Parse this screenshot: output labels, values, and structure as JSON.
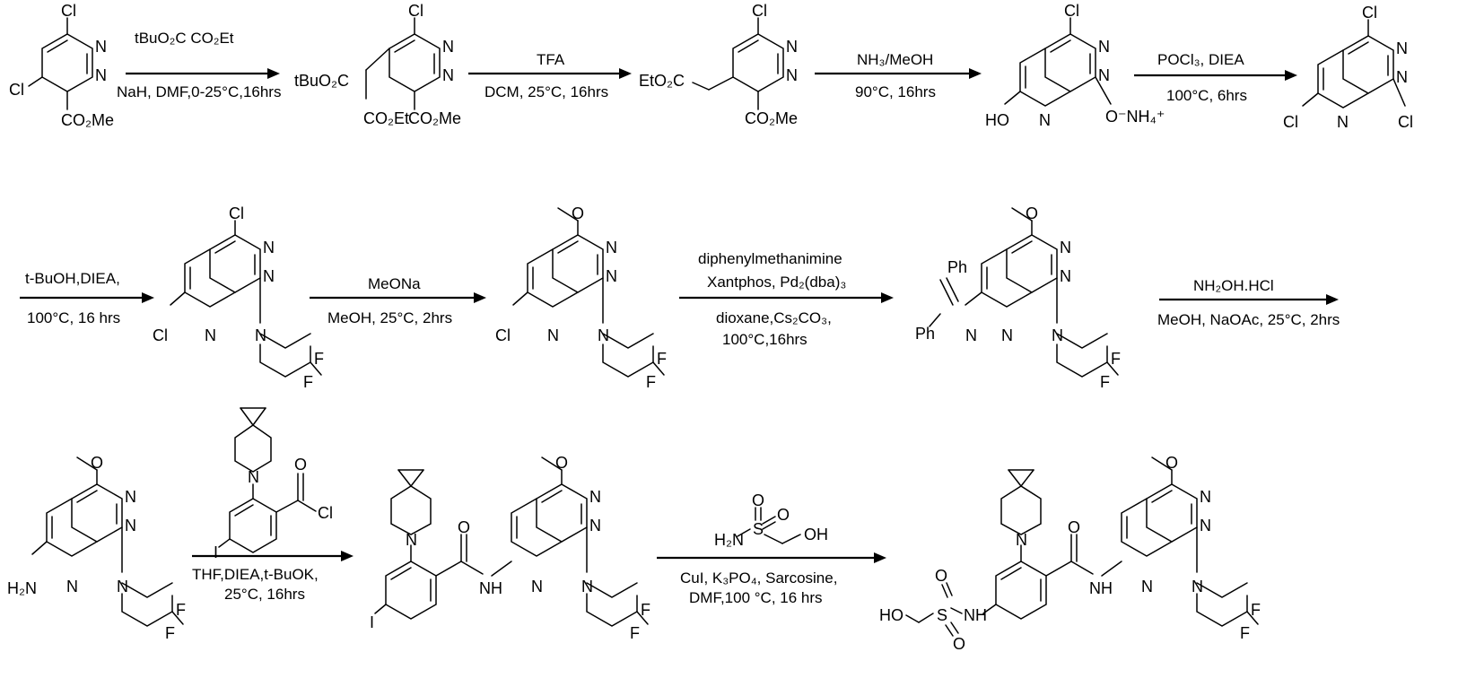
{
  "steps": [
    {
      "reagent": "NaH, DMF,0-25°C,16hrs",
      "conditions": [
        "NaH, DMF,0-25°C,16hrs"
      ]
    },
    {
      "reagent": "TFA",
      "conditions": [
        "DCM, 25°C, 16hrs"
      ]
    },
    {
      "reagent": "NH₃/MeOH",
      "conditions": [
        "90°C, 16hrs"
      ]
    },
    {
      "reagent": "POCl₃, DIEA",
      "conditions": [
        "100°C, 6hrs"
      ]
    },
    {
      "reagent": "t-BuOH,DIEA,",
      "conditions": [
        "100°C, 16 hrs"
      ]
    },
    {
      "reagent": "MeONa",
      "conditions": [
        "MeOH, 25°C, 2hrs"
      ]
    },
    {
      "reagent": "diphenylmethanimine",
      "reagent2": "Xantphos, Pd₂(dba)₃",
      "conditions": [
        "dioxane,Cs₂CO₃,",
        "100°C,16hrs"
      ]
    },
    {
      "reagent": "NH₂OH.HCl",
      "conditions": [
        "MeOH, NaOAc, 25°C, 2hrs"
      ]
    },
    {
      "reagent": "",
      "conditions": [
        "THF,DIEA,t-BuOK,",
        "25°C, 16hrs"
      ]
    },
    {
      "reagent": "",
      "conditions": [
        "CuI, K₃PO₄, Sarcosine,",
        "DMF,100 °C, 16 hrs"
      ]
    }
  ],
  "malonate_reagent": "tBuO₂C CO₂Et",
  "atoms": {
    "Cl": "Cl",
    "N": "N",
    "F": "F",
    "I": "I",
    "O": "O",
    "S": "S",
    "HO": "HO",
    "OH": "OH",
    "H2N": "H₂N",
    "NH": "NH",
    "Ph": "Ph",
    "CO2Me": "CO₂Me",
    "EtO2C": "EtO₂C",
    "tBuO2C": "tBuO₂C",
    "CO2Et": "CO₂Et",
    "ONH4": "O⁻NH₄⁺",
    "COCl_O": "O",
    "COCl_Cl": "Cl",
    "H2N_s": "H₂N"
  }
}
